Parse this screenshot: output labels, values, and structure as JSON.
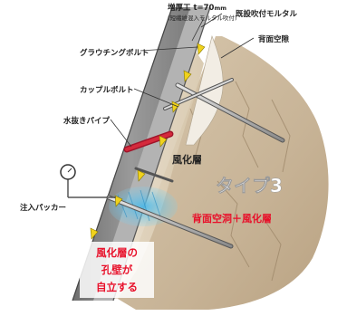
{
  "labels": {
    "thickness_main": "増厚工 t=70",
    "thickness_unit": "mm",
    "thickness_sub": "(短繊維混入モルタル吹付)",
    "existing_mortar": "既設吹付モルタル",
    "back_cavity": "背面空隙",
    "grouting_bolt": "グラウチングボルト",
    "coupling_bolt": "カップルボルト",
    "drain_pipe": "水抜きパイプ",
    "weathered_layer": "風化層",
    "type_label": "タイプ3",
    "type_desc": "背面空洞＋風化層",
    "injection_packer": "注入パッカー",
    "note_line1": "風化層の",
    "note_line2": "孔壁が",
    "note_line3": "自立する"
  },
  "colors": {
    "red_text": "#e8102a",
    "rock": "#c9b79d",
    "mortar": "#8c8c8c"
  }
}
